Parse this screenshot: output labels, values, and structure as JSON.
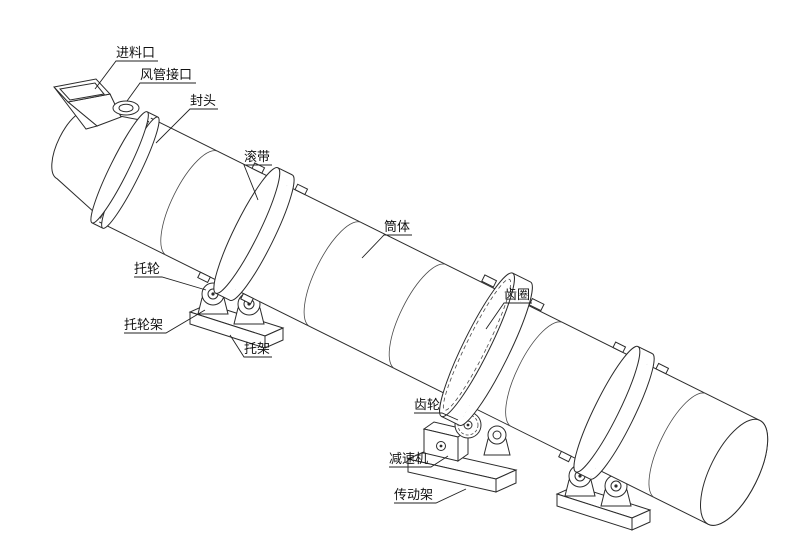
{
  "diagram": {
    "name": "rotary-drum-dryer-structure-diagram",
    "colors": {
      "line": "#2b2b2b",
      "background": "#ffffff"
    },
    "labels": [
      {
        "id": "feed-inlet",
        "text": "进料口"
      },
      {
        "id": "air-duct-port",
        "text": "风管接口"
      },
      {
        "id": "head",
        "text": "封头"
      },
      {
        "id": "riding-ring",
        "text": "滚带"
      },
      {
        "id": "shell",
        "text": "筒体"
      },
      {
        "id": "support-roller",
        "text": "托轮"
      },
      {
        "id": "support-roller-frame",
        "text": "托轮架"
      },
      {
        "id": "support-base",
        "text": "托架"
      },
      {
        "id": "gear-ring",
        "text": "齿圈"
      },
      {
        "id": "pinion-gear",
        "text": "齿轮"
      },
      {
        "id": "reducer",
        "text": "减速机"
      },
      {
        "id": "drive-frame",
        "text": "传动架"
      }
    ]
  }
}
